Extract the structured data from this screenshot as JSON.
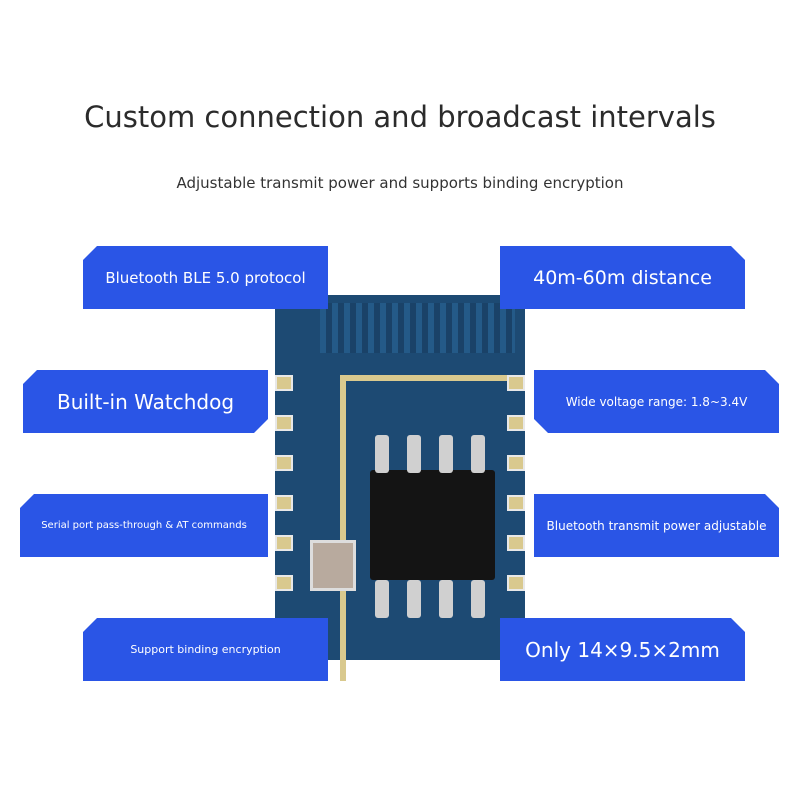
{
  "header": {
    "title": "Custom connection and broadcast intervals",
    "subtitle": "Adjustable transmit power and supports binding encryption"
  },
  "features": [
    "Bluetooth BLE 5.0 protocol",
    "40m-60m distance",
    "Built-in Watchdog",
    "Wide voltage range: 1.8~3.4V",
    "Serial port pass-through & AT commands",
    "Bluetooth transmit power adjustable",
    "Support binding encryption",
    "Only 14×9.5×2mm"
  ],
  "colors": {
    "label_bg": "#2a55e6",
    "pcb": "#1d4a73"
  }
}
